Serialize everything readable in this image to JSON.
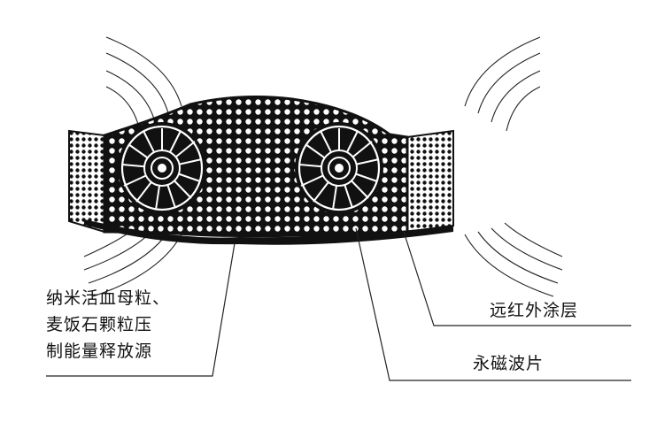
{
  "labels": {
    "left_line1": "纳米活血母粒、",
    "left_line2": "麦饭石颗粒压",
    "left_line3": "制能量释放源",
    "coating": "远红外涂层",
    "magnet": "永磁波片"
  },
  "colors": {
    "ink": "#111111",
    "paper": "#ffffff"
  }
}
